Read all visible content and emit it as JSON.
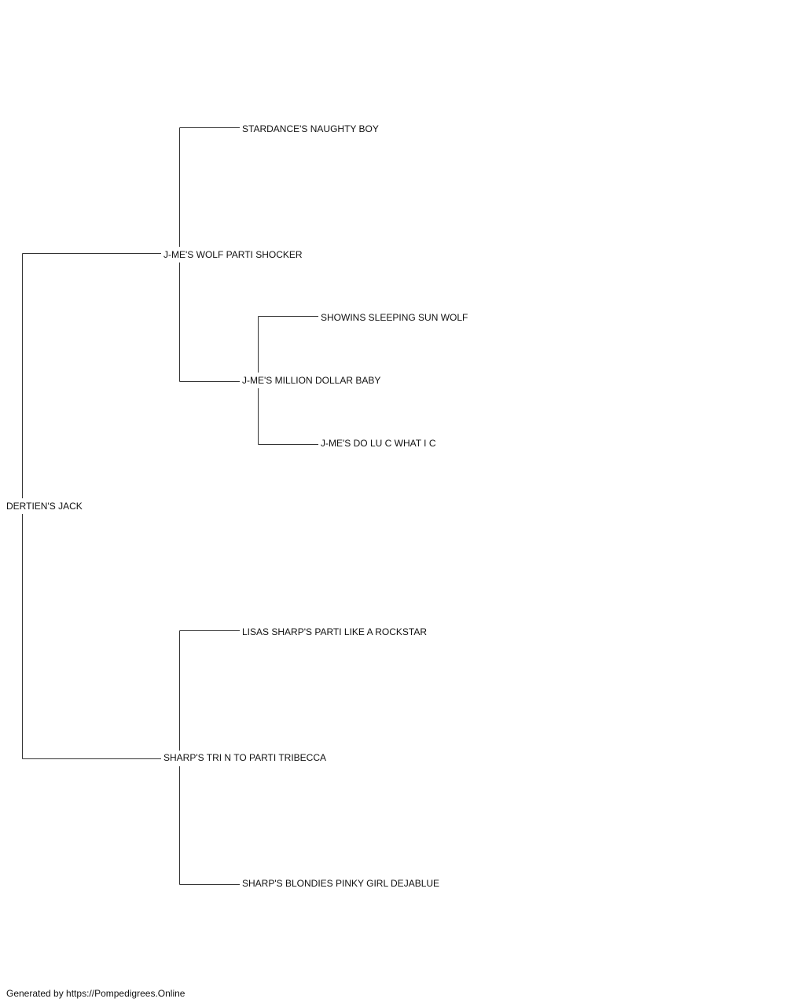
{
  "pedigree": {
    "subject": "DERTIEN'S JACK",
    "sire": {
      "name": "J-ME'S WOLF PARTI SHOCKER",
      "sire": {
        "name": "STARDANCE'S NAUGHTY BOY"
      },
      "dam": {
        "name": "J-ME'S MILLION DOLLAR BABY",
        "sire": {
          "name": "SHOWINS SLEEPING SUN WOLF"
        },
        "dam": {
          "name": "J-ME'S DO LU C WHAT I C"
        }
      }
    },
    "dam": {
      "name": "SHARP'S TRI N TO PARTI TRIBECCA",
      "sire": {
        "name": "LISAS SHARP'S PARTI LIKE A ROCKSTAR"
      },
      "dam": {
        "name": "SHARP'S BLONDIES PINKY GIRL DEJABLUE"
      }
    }
  },
  "footer": {
    "text": "Generated by https://Pompedigrees.Online"
  },
  "colors": {
    "line": "#333333",
    "text": "#111111",
    "background": "#ffffff"
  }
}
